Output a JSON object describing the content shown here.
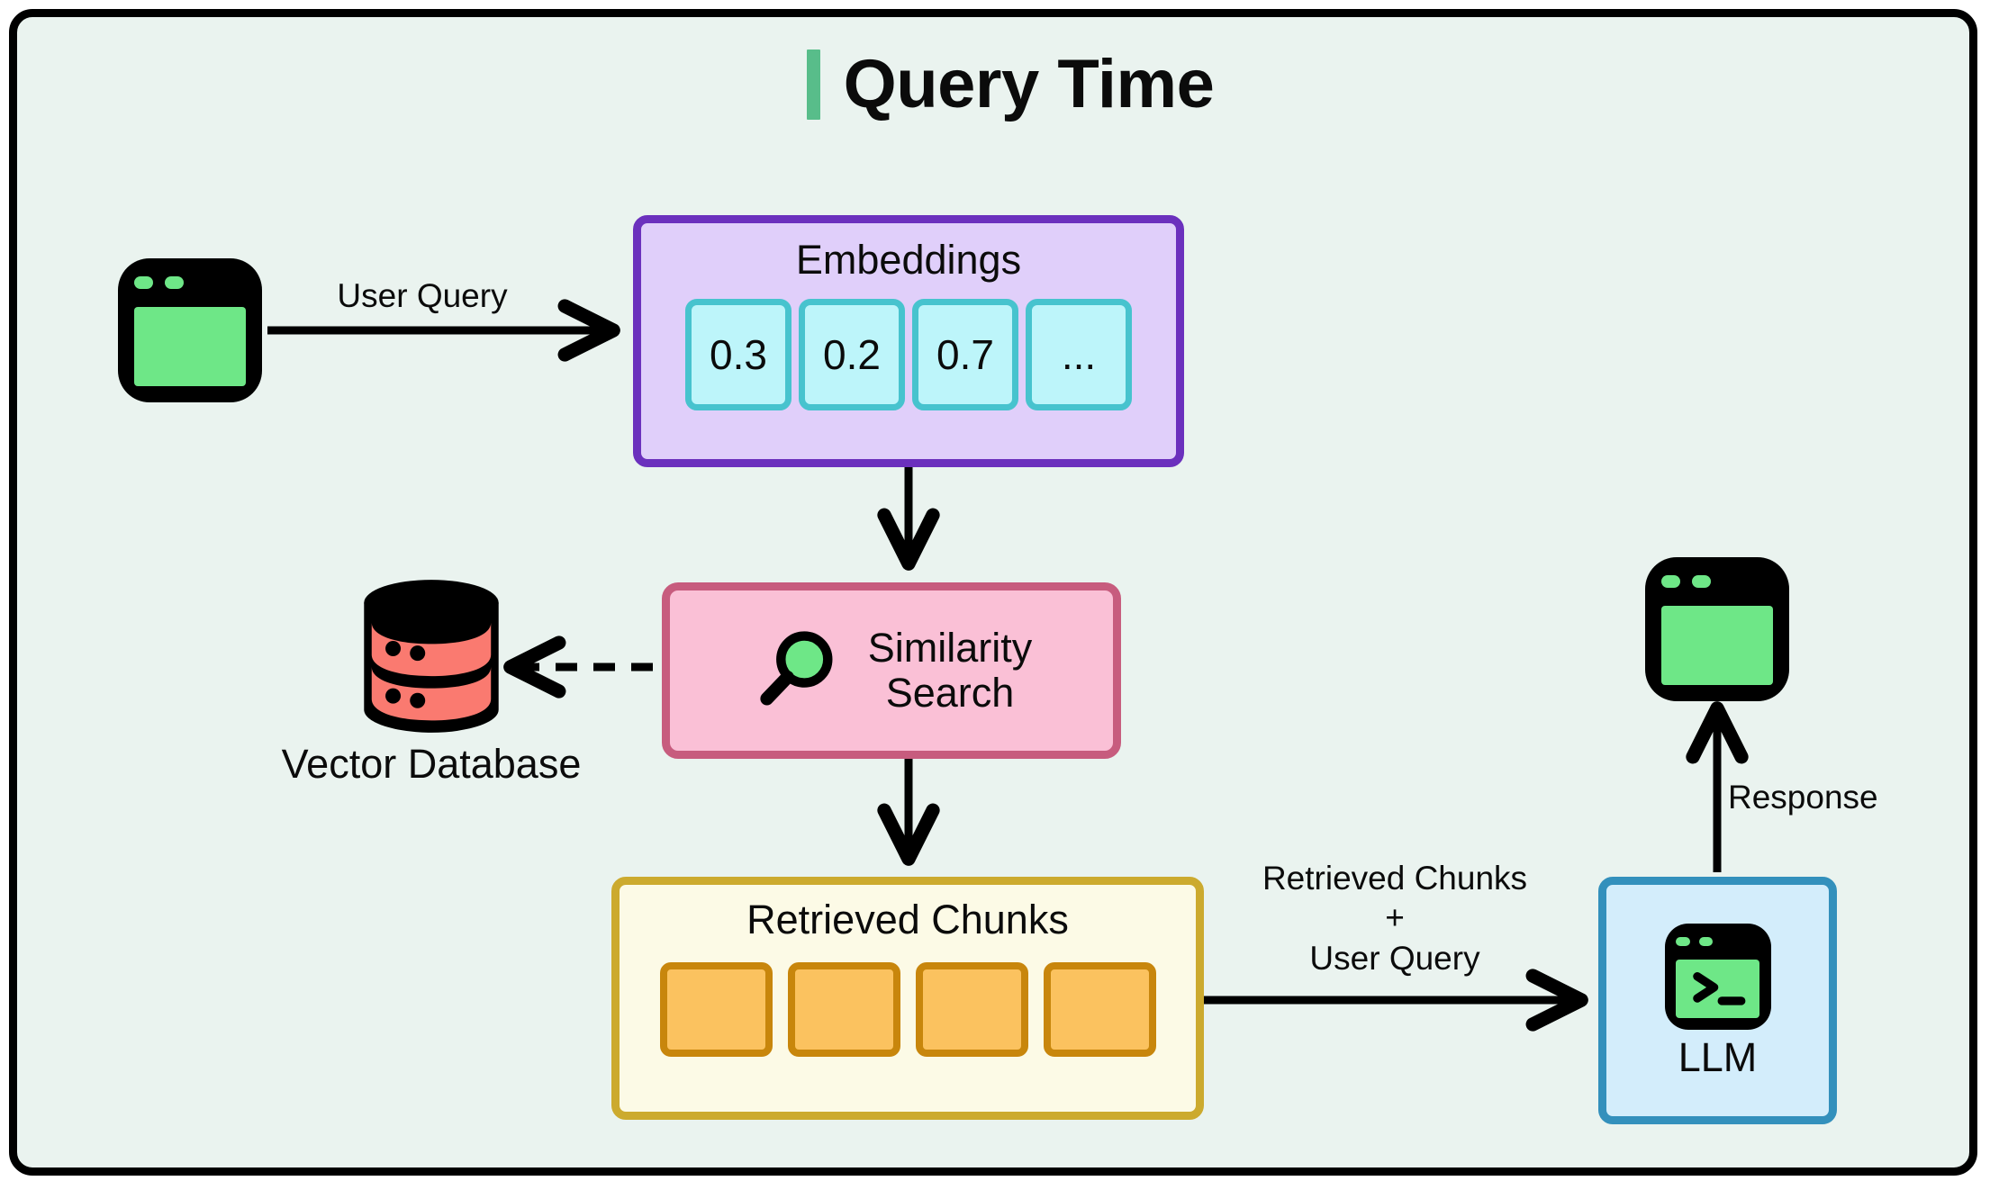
{
  "diagram": {
    "title": "Query Time",
    "accent_color": "#58bd8a",
    "background_color": "#eaf3ef",
    "border_color": "#000000"
  },
  "nodes": {
    "user_window": {
      "name": "user-browser-window",
      "icon": "browser-window-icon"
    },
    "embeddings": {
      "title": "Embeddings",
      "cells": [
        "0.3",
        "0.2",
        "0.7",
        "..."
      ],
      "border_color": "#6b30bd",
      "fill_color": "#e0cffa",
      "cell_border_color": "#47c3ce",
      "cell_fill_color": "#bdf5fa"
    },
    "similarity": {
      "label": "Similarity\nSearch",
      "icon": "magnifier-icon",
      "border_color": "#c75c7e",
      "fill_color": "#fac0d6"
    },
    "vector_db": {
      "label": "Vector Database",
      "icon": "database-cylinder-icon",
      "band_color": "#fa7a70"
    },
    "chunks": {
      "title": "Retrieved Chunks",
      "cell_count": 4,
      "border_color": "#ccaa2e",
      "fill_color": "#fcfae6",
      "cell_border_color": "#c8860c",
      "cell_fill_color": "#fbc25f"
    },
    "llm": {
      "label": "LLM",
      "icon": "terminal-window-icon",
      "border_color": "#3390bc",
      "fill_color": "#d3edfb"
    },
    "response_window": {
      "name": "response-browser-window",
      "icon": "browser-window-icon"
    }
  },
  "edges": {
    "user_query": {
      "label": "User Query",
      "style": "solid",
      "direction": "right"
    },
    "embeddings_to_similarity": {
      "label": "",
      "style": "solid",
      "direction": "down"
    },
    "similarity_to_db": {
      "label": "",
      "style": "dashed",
      "direction": "left"
    },
    "similarity_to_chunks": {
      "label": "",
      "style": "solid",
      "direction": "down"
    },
    "chunks_to_llm": {
      "label": "Retrieved Chunks\n+\nUser Query",
      "style": "solid",
      "direction": "right"
    },
    "llm_to_response": {
      "label": "Response",
      "style": "solid",
      "direction": "up"
    }
  }
}
